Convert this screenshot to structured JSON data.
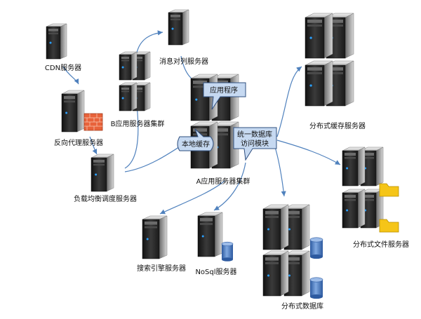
{
  "labels": {
    "cdn": "CDN服务器",
    "reverse_proxy": "反向代理服务器",
    "load_balancer": "负载均衡调度服务器",
    "message_queue": "消息对列服务器",
    "b_cluster": "B应用服务器集群",
    "a_cluster": "A应用服务器集群",
    "app_program": "应用程序",
    "local_cache": "本地缓存",
    "unified_access_line1": "统一数据库",
    "unified_access_line2": "访问模块",
    "dist_cache": "分布式缓存服务器",
    "dist_file": "分布式文件服务器",
    "search_engine": "搜索引擎服务器",
    "nosql": "NoSql服务器",
    "dist_db": "分布式数据库"
  },
  "colors": {
    "connector": "#4f81bd",
    "callout_fill": "#c6d9f1",
    "callout_stroke": "#2f4f7f",
    "server_front": "#2a2a2a",
    "server_side": "#555555",
    "server_top": "#dcdcdc",
    "status_light": "#2aa0ff",
    "firewall": "#e8623a",
    "folder": "#f5c518",
    "db_cylinder": "#3f6fb5"
  }
}
